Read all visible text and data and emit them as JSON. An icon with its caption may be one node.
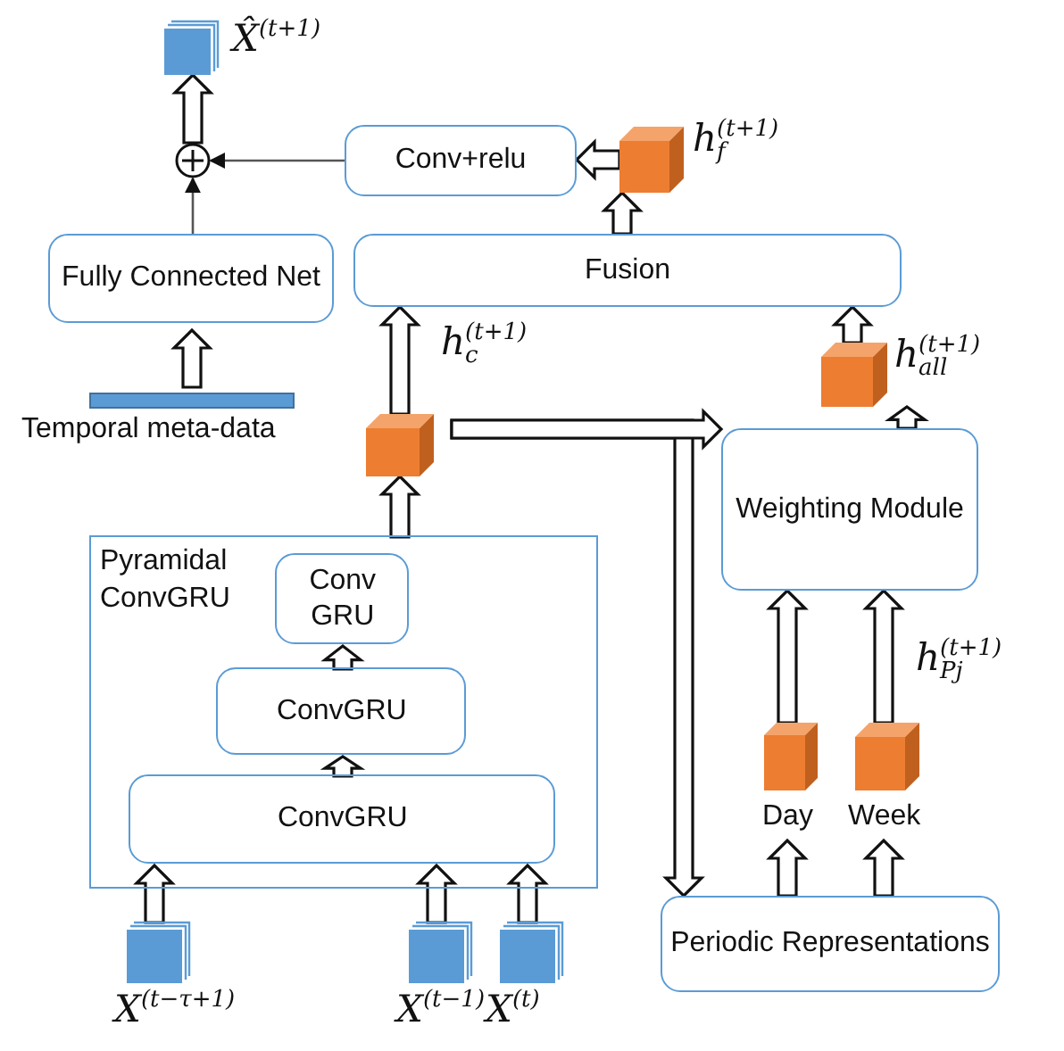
{
  "diagram": {
    "nodes": [
      {
        "text": [],
        "shape": "square",
        "beside": [
          "X̂$^{(t+1)}$"
        ]
      },
      {
        "text": [],
        "shape": "circle"
      },
      {
        "text": [
          "Conv+relu"
        ]
      },
      {
        "text": [],
        "shape": "cube",
        "beside": [
          "h$_{f}$$^{(t+1)}$"
        ]
      },
      {
        "text": [
          "Fully Connected Net"
        ]
      },
      {
        "text": [
          "Fusion"
        ]
      },
      {
        "text": [],
        "shape": "bar",
        "beside": [
          "Temporal meta-data"
        ]
      },
      {
        "text": [],
        "shape": "cube"
      },
      {
        "text": [],
        "shape": "cube",
        "beside": [
          "h$_{all}$$^{(t+1)}$"
        ]
      },
      {
        "text": [
          "Weighting Module"
        ]
      },
      {
        "text": [
          "Pyramidal ConvGRU"
        ]
      },
      {
        "text": [
          "Conv GRU"
        ],
        "in": 10
      },
      {
        "text": [
          "ConvGRU"
        ],
        "in": 10
      },
      {
        "text": [
          "ConvGRU"
        ],
        "in": 10
      },
      {
        "text": [],
        "shape": "cube",
        "beside": [
          "Day"
        ]
      },
      {
        "text": [],
        "shape": "cube",
        "beside": [
          "Week"
        ]
      },
      {
        "text": [],
        "shape": "square",
        "beside": [
          "X$^{(t−τ+1)}$"
        ]
      },
      {
        "text": [],
        "shape": "square",
        "beside": [
          "X$^{(t−1)}$"
        ]
      },
      {
        "text": [],
        "shape": "square",
        "beside": [
          "X$^{(t)}$"
        ]
      },
      {
        "text": [
          "Periodic Representations"
        ]
      }
    ],
    "edges": [
      {
        "from": 1,
        "to": 0,
        "arrow": "to",
        "style": "thick"
      },
      {
        "from": 2,
        "to": 1,
        "arrow": "to"
      },
      {
        "from": 3,
        "to": 2,
        "arrow": "to",
        "style": "thick"
      },
      {
        "from": 5,
        "to": 3,
        "arrow": "to",
        "style": "thick"
      },
      {
        "from": 4,
        "to": 1,
        "arrow": "to"
      },
      {
        "from": 6,
        "to": 4,
        "arrow": "to",
        "style": "thick"
      },
      {
        "from": 7,
        "to": 5,
        "arrow": "to",
        "style": "thick",
        "label": "h$_{c}$$^{(t+1)}$"
      },
      {
        "from": 8,
        "to": 5,
        "arrow": "to",
        "style": "thick"
      },
      {
        "from": 9,
        "to": 8,
        "arrow": "to",
        "style": "thick"
      },
      {
        "from": 7,
        "to": 19,
        "arrow": "to",
        "style": "thick"
      },
      {
        "from": 7,
        "to": 9,
        "arrow": "to",
        "style": "thick"
      },
      {
        "from": 10,
        "to": 7,
        "arrow": "to",
        "style": "thick"
      },
      {
        "from": 12,
        "to": 11,
        "arrow": "to",
        "style": "thick"
      },
      {
        "from": 13,
        "to": 12,
        "arrow": "to",
        "style": "thick"
      },
      {
        "from": 16,
        "to": 13,
        "arrow": "to",
        "style": "thick"
      },
      {
        "from": 17,
        "to": 13,
        "arrow": "to",
        "style": "thick"
      },
      {
        "from": 18,
        "to": 13,
        "arrow": "to",
        "style": "thick"
      },
      {
        "from": 14,
        "to": 9,
        "arrow": "to",
        "style": "thick"
      },
      {
        "from": 15,
        "to": 9,
        "arrow": "to",
        "style": "thick",
        "label": "h$_{Pj}$$^{(t+1)}$"
      },
      {
        "from": 19,
        "to": 14,
        "arrow": "to",
        "style": "thick"
      },
      {
        "from": 19,
        "to": 15,
        "arrow": "to",
        "style": "thick"
      }
    ]
  }
}
